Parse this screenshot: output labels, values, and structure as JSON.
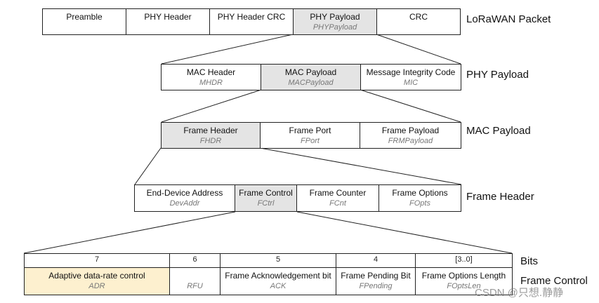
{
  "rows": {
    "lorawan_packet": {
      "label": "LoRaWAN Packet",
      "cells": [
        {
          "label": "Preamble",
          "abbr": ""
        },
        {
          "label": "PHY Header",
          "abbr": ""
        },
        {
          "label": "PHY Header CRC",
          "abbr": ""
        },
        {
          "label": "PHY Payload",
          "abbr": "PHYPayload"
        },
        {
          "label": "CRC",
          "abbr": ""
        }
      ]
    },
    "phy_payload": {
      "label": "PHY Payload",
      "cells": [
        {
          "label": "MAC Header",
          "abbr": "MHDR"
        },
        {
          "label": "MAC Payload",
          "abbr": "MACPayload"
        },
        {
          "label": "Message Integrity Code",
          "abbr": "MIC"
        }
      ]
    },
    "mac_payload": {
      "label": "MAC Payload",
      "cells": [
        {
          "label": "Frame Header",
          "abbr": "FHDR"
        },
        {
          "label": "Frame Port",
          "abbr": "FPort"
        },
        {
          "label": "Frame Payload",
          "abbr": "FRMPayload"
        }
      ]
    },
    "frame_header": {
      "label": "Frame Header",
      "cells": [
        {
          "label": "End-Device Address",
          "abbr": "DevAddr"
        },
        {
          "label": "Frame Control",
          "abbr": "FCtrl"
        },
        {
          "label": "Frame Counter",
          "abbr": "FCnt"
        },
        {
          "label": "Frame Options",
          "abbr": "FOpts"
        }
      ]
    },
    "bits": {
      "label": "Bits",
      "cells": [
        "7",
        "6",
        "5",
        "4",
        "[3..0]"
      ]
    },
    "frame_control": {
      "label": "Frame Control",
      "cells": [
        {
          "label": "Adaptive data-rate control",
          "abbr": "ADR"
        },
        {
          "label": "",
          "abbr": "RFU"
        },
        {
          "label": "Frame Acknowledgement bit",
          "abbr": "ACK"
        },
        {
          "label": "Frame Pending Bit",
          "abbr": "FPending"
        },
        {
          "label": "Frame Options Length",
          "abbr": "FOptsLen"
        }
      ]
    }
  },
  "watermark": "CSDN @只想.静静",
  "colors": {
    "highlight": "#e4e4e4",
    "adr_highlight": "#fdf0cf",
    "line": "#222222"
  }
}
